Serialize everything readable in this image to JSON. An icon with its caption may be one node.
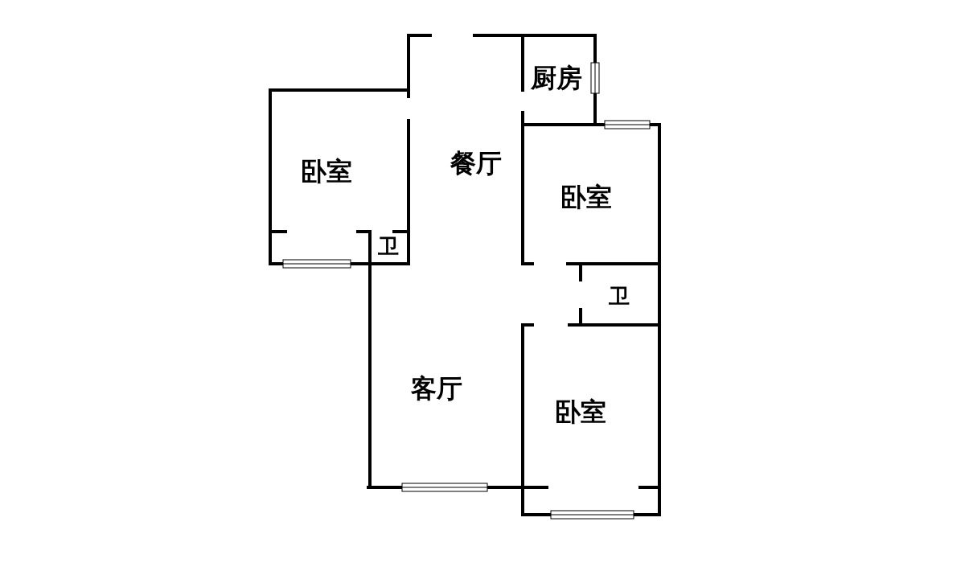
{
  "diagram": {
    "labels": [
      "厨房",
      "餐厅",
      "卧室",
      "卧室",
      "卫",
      "卫",
      "客厅",
      "卧室"
    ]
  }
}
